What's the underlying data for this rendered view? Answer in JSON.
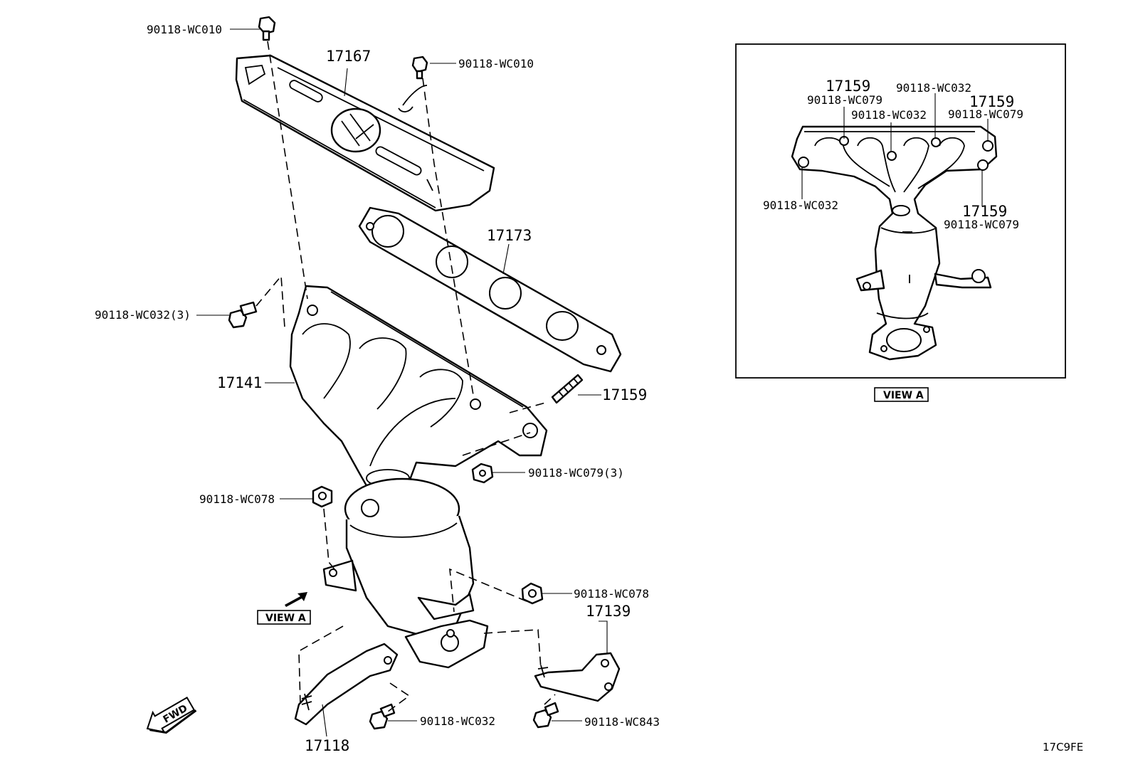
{
  "callouts": {
    "bolt_top_left": "90118-WC010",
    "bolt_top_right": "90118-WC010",
    "heat_insulator": "17167",
    "gasket": "17173",
    "bolt_left_3": "90118-WC032(3)",
    "manifold": "17141",
    "stud": "17159",
    "nut_3": "90118-WC079(3)",
    "nut_left": "90118-WC078",
    "nut_right": "90118-WC078",
    "bracket_right": "17139",
    "bolt_bottom_center": "90118-WC032",
    "bolt_bottom_right": "90118-WC843",
    "bracket_left": "17118"
  },
  "view_a": {
    "caption": "VIEW A",
    "left_caption": "VIEW A",
    "labels": {
      "stud_top_left": "17159",
      "nut_top_left": "90118-WC079",
      "bolt_top_center": "90118-WC032",
      "bolt_mid_center": "90118-WC032",
      "stud_top_right": "17159",
      "nut_top_right": "90118-WC079",
      "bolt_left": "90118-WC032",
      "stud_bottom_right": "17159",
      "nut_bottom_right": "90118-WC079"
    }
  },
  "figure_code": "17C9FE",
  "direction_label": "FWD"
}
